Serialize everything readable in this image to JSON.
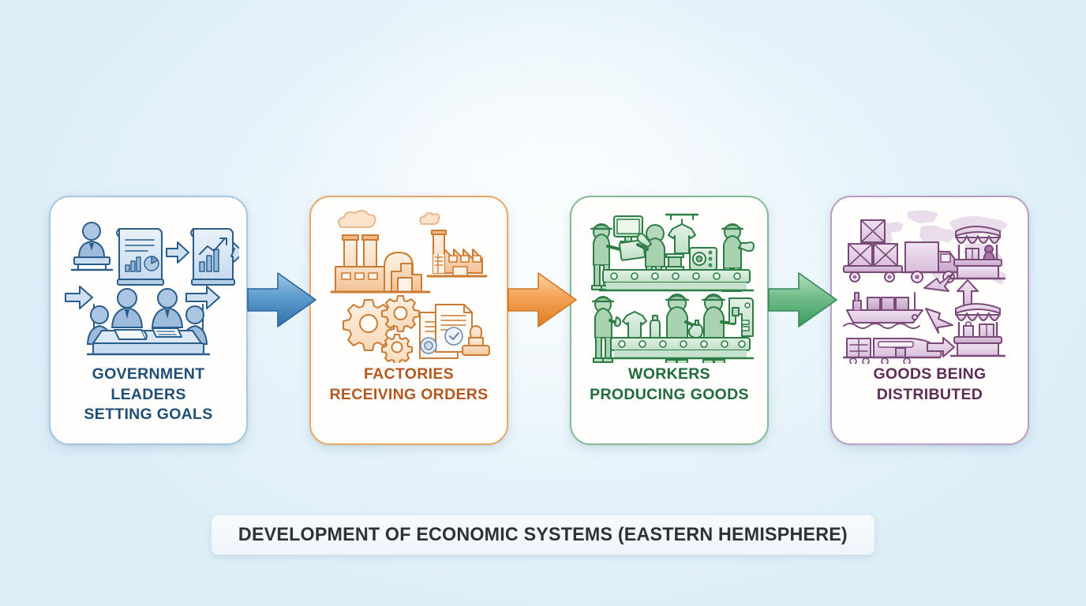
{
  "diagram": {
    "title": "DEVELOPMENT OF ECONOMIC SYSTEMS (EASTERN HEMISPHERE)",
    "background_color": "#e4f2fa",
    "type": "horizontal-process-flow",
    "step_count": 4,
    "steps": [
      {
        "index": 1,
        "label": "GOVERNMENT LEADERS\nSETTING GOALS",
        "accent_color": "#1f4e77",
        "border_color": "#a9c6e0",
        "icon_name": "government-planning-icon",
        "icon_description": "Officials at a podium and a conference table with charts, documents and arrows"
      },
      {
        "index": 2,
        "label": "FACTORIES\nRECEIVING ORDERS",
        "accent_color": "#b4581f",
        "border_color": "#e8a964",
        "icon_name": "factory-orders-icon",
        "icon_description": "Factory buildings with smokestacks, gears, stamped order documents"
      },
      {
        "index": 3,
        "label": "WORKERS\nPRODUCING GOODS",
        "accent_color": "#1f6b3a",
        "border_color": "#85bb94",
        "icon_name": "workers-production-icon",
        "icon_description": "Workers on two assembly lines making electronics and clothing"
      },
      {
        "index": 4,
        "label": "GOODS BEING\nDISTRIBUTED",
        "accent_color": "#5c2c56",
        "border_color": "#bb9ec0",
        "icon_name": "goods-distribution-icon",
        "icon_description": "Truck, cargo ship and train delivering to market stalls over a world map"
      }
    ],
    "connectors": [
      {
        "index": 1,
        "from_step": 1,
        "to_step": 2,
        "icon_name": "right-arrow-icon",
        "color": "#3f7cb5"
      },
      {
        "index": 2,
        "from_step": 2,
        "to_step": 3,
        "icon_name": "right-arrow-icon",
        "color": "#ec8a33"
      },
      {
        "index": 3,
        "from_step": 3,
        "to_step": 4,
        "icon_name": "right-arrow-icon",
        "color": "#52a86e"
      }
    ]
  }
}
